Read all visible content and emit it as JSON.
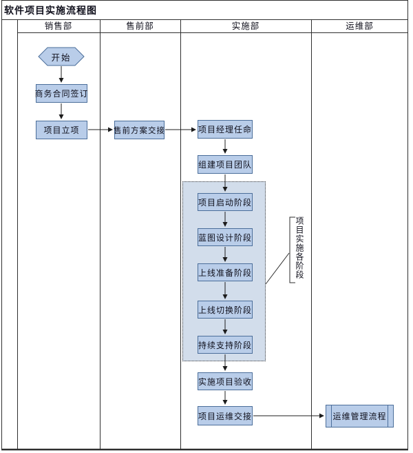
{
  "title": "软件项目实施流程图",
  "lanes": [
    {
      "label": "销售部"
    },
    {
      "label": "售前部"
    },
    {
      "label": "实施部"
    },
    {
      "label": "运维部"
    }
  ],
  "nodes": {
    "start": {
      "label": "开始",
      "shape": "hexagon-terminator"
    },
    "contract": {
      "label": "商务合同签订",
      "shape": "process"
    },
    "initiation": {
      "label": "项目立项",
      "shape": "process"
    },
    "presales_handover": {
      "label": "售前方案交接",
      "shape": "process"
    },
    "pm_appointment": {
      "label": "项目经理任命",
      "shape": "process"
    },
    "team_building": {
      "label": "组建项目团队",
      "shape": "process"
    },
    "stage_kickoff": {
      "label": "项目启动阶段",
      "shape": "process"
    },
    "stage_blueprint": {
      "label": "蓝图设计阶段",
      "shape": "process"
    },
    "stage_golive_prep": {
      "label": "上线准备阶段",
      "shape": "process"
    },
    "stage_cutover": {
      "label": "上线切换阶段",
      "shape": "process"
    },
    "stage_support": {
      "label": "持续支持阶段",
      "shape": "process"
    },
    "acceptance": {
      "label": "实施项目验收",
      "shape": "process"
    },
    "om_handover": {
      "label": "项目运维交接",
      "shape": "process"
    },
    "om_process": {
      "label": "运维管理流程",
      "shape": "predefined-process"
    }
  },
  "annotation": {
    "label": "项目实施各阶段"
  },
  "colors": {
    "node_fill": "#b9cde9",
    "node_border": "#4a6d99",
    "stage_fill": "#d2ddeb",
    "line": "#2e2e2e",
    "text": "#10101c"
  }
}
